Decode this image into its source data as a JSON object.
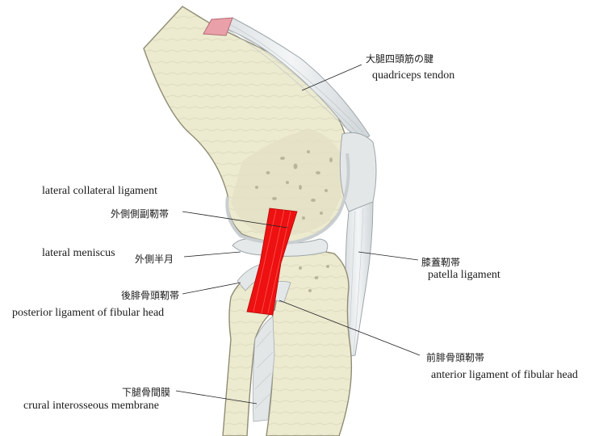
{
  "labels": {
    "quadriceps_tendon": {
      "jp": "大腿四頭筋の腱",
      "en": "quadriceps tendon"
    },
    "lateral_collateral_ligament": {
      "jp": "外側側副靭帯",
      "en": "lateral collateral ligament"
    },
    "lateral_meniscus": {
      "jp": "外側半月",
      "en": "lateral meniscus"
    },
    "patella_ligament": {
      "jp": "膝蓋靭帯",
      "en": "patella ligament"
    },
    "posterior_ligament_fibular_head": {
      "jp": "後腓骨頭靭帯",
      "en": "posterior ligament of fibular head"
    },
    "anterior_ligament_fibular_head": {
      "jp": "前腓骨頭靭帯",
      "en": "anterior ligament of fibular head"
    },
    "crural_interosseous_membrane": {
      "jp": "下腿骨間膜",
      "en": "crural interosseous membrane"
    }
  },
  "colors": {
    "bone_fill": "#eceacf",
    "bone_shade": "#d6d3b4",
    "bone_outline": "#8f8c74",
    "ligament_fill": "#e8ebec",
    "ligament_stroke": "#9ea6aa",
    "collateral_ligament": "#ee1111",
    "muscle_cut": "#e9a0a8",
    "leader_line": "#222222"
  }
}
